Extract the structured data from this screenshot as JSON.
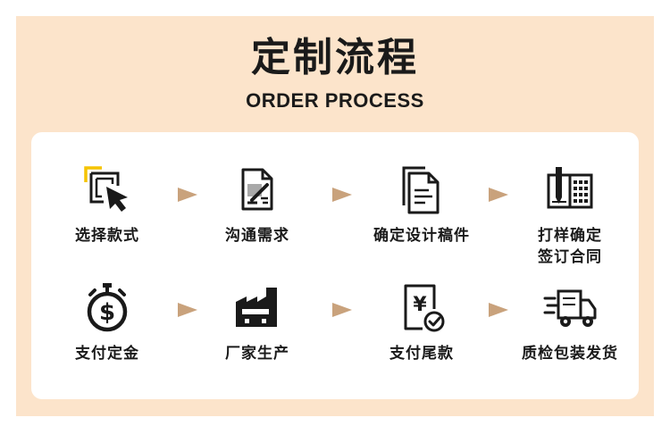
{
  "header": {
    "title": "定制流程",
    "subtitle": "ORDER PROCESS"
  },
  "colors": {
    "background": "#FCE4CB",
    "card": "#FFFFFF",
    "text": "#1A1A1A",
    "arrow": "#C9A27C",
    "accent_yellow": "#F5C400",
    "icon_grey": "#A8A8A8"
  },
  "steps": [
    {
      "icon": "select-cursor-icon",
      "lines": [
        "选择款式"
      ]
    },
    {
      "icon": "document-pen-icon",
      "lines": [
        "沟通需求"
      ]
    },
    {
      "icon": "documents-stack-icon",
      "lines": [
        "确定设计稿件"
      ]
    },
    {
      "icon": "notebook-pen-icon",
      "lines": [
        "打样确定",
        "签订合同"
      ]
    },
    {
      "icon": "stopwatch-dollar-icon",
      "glyph": "$",
      "lines": [
        "支付定金"
      ]
    },
    {
      "icon": "factory-icon",
      "lines": [
        "厂家生产"
      ]
    },
    {
      "icon": "invoice-yuan-check-icon",
      "glyph": "¥",
      "lines": [
        "支付尾款"
      ]
    },
    {
      "icon": "delivery-truck-icon",
      "lines": [
        "质检包装发货"
      ]
    }
  ],
  "arrows": [
    {
      "icon": "arrow-right-icon"
    }
  ]
}
